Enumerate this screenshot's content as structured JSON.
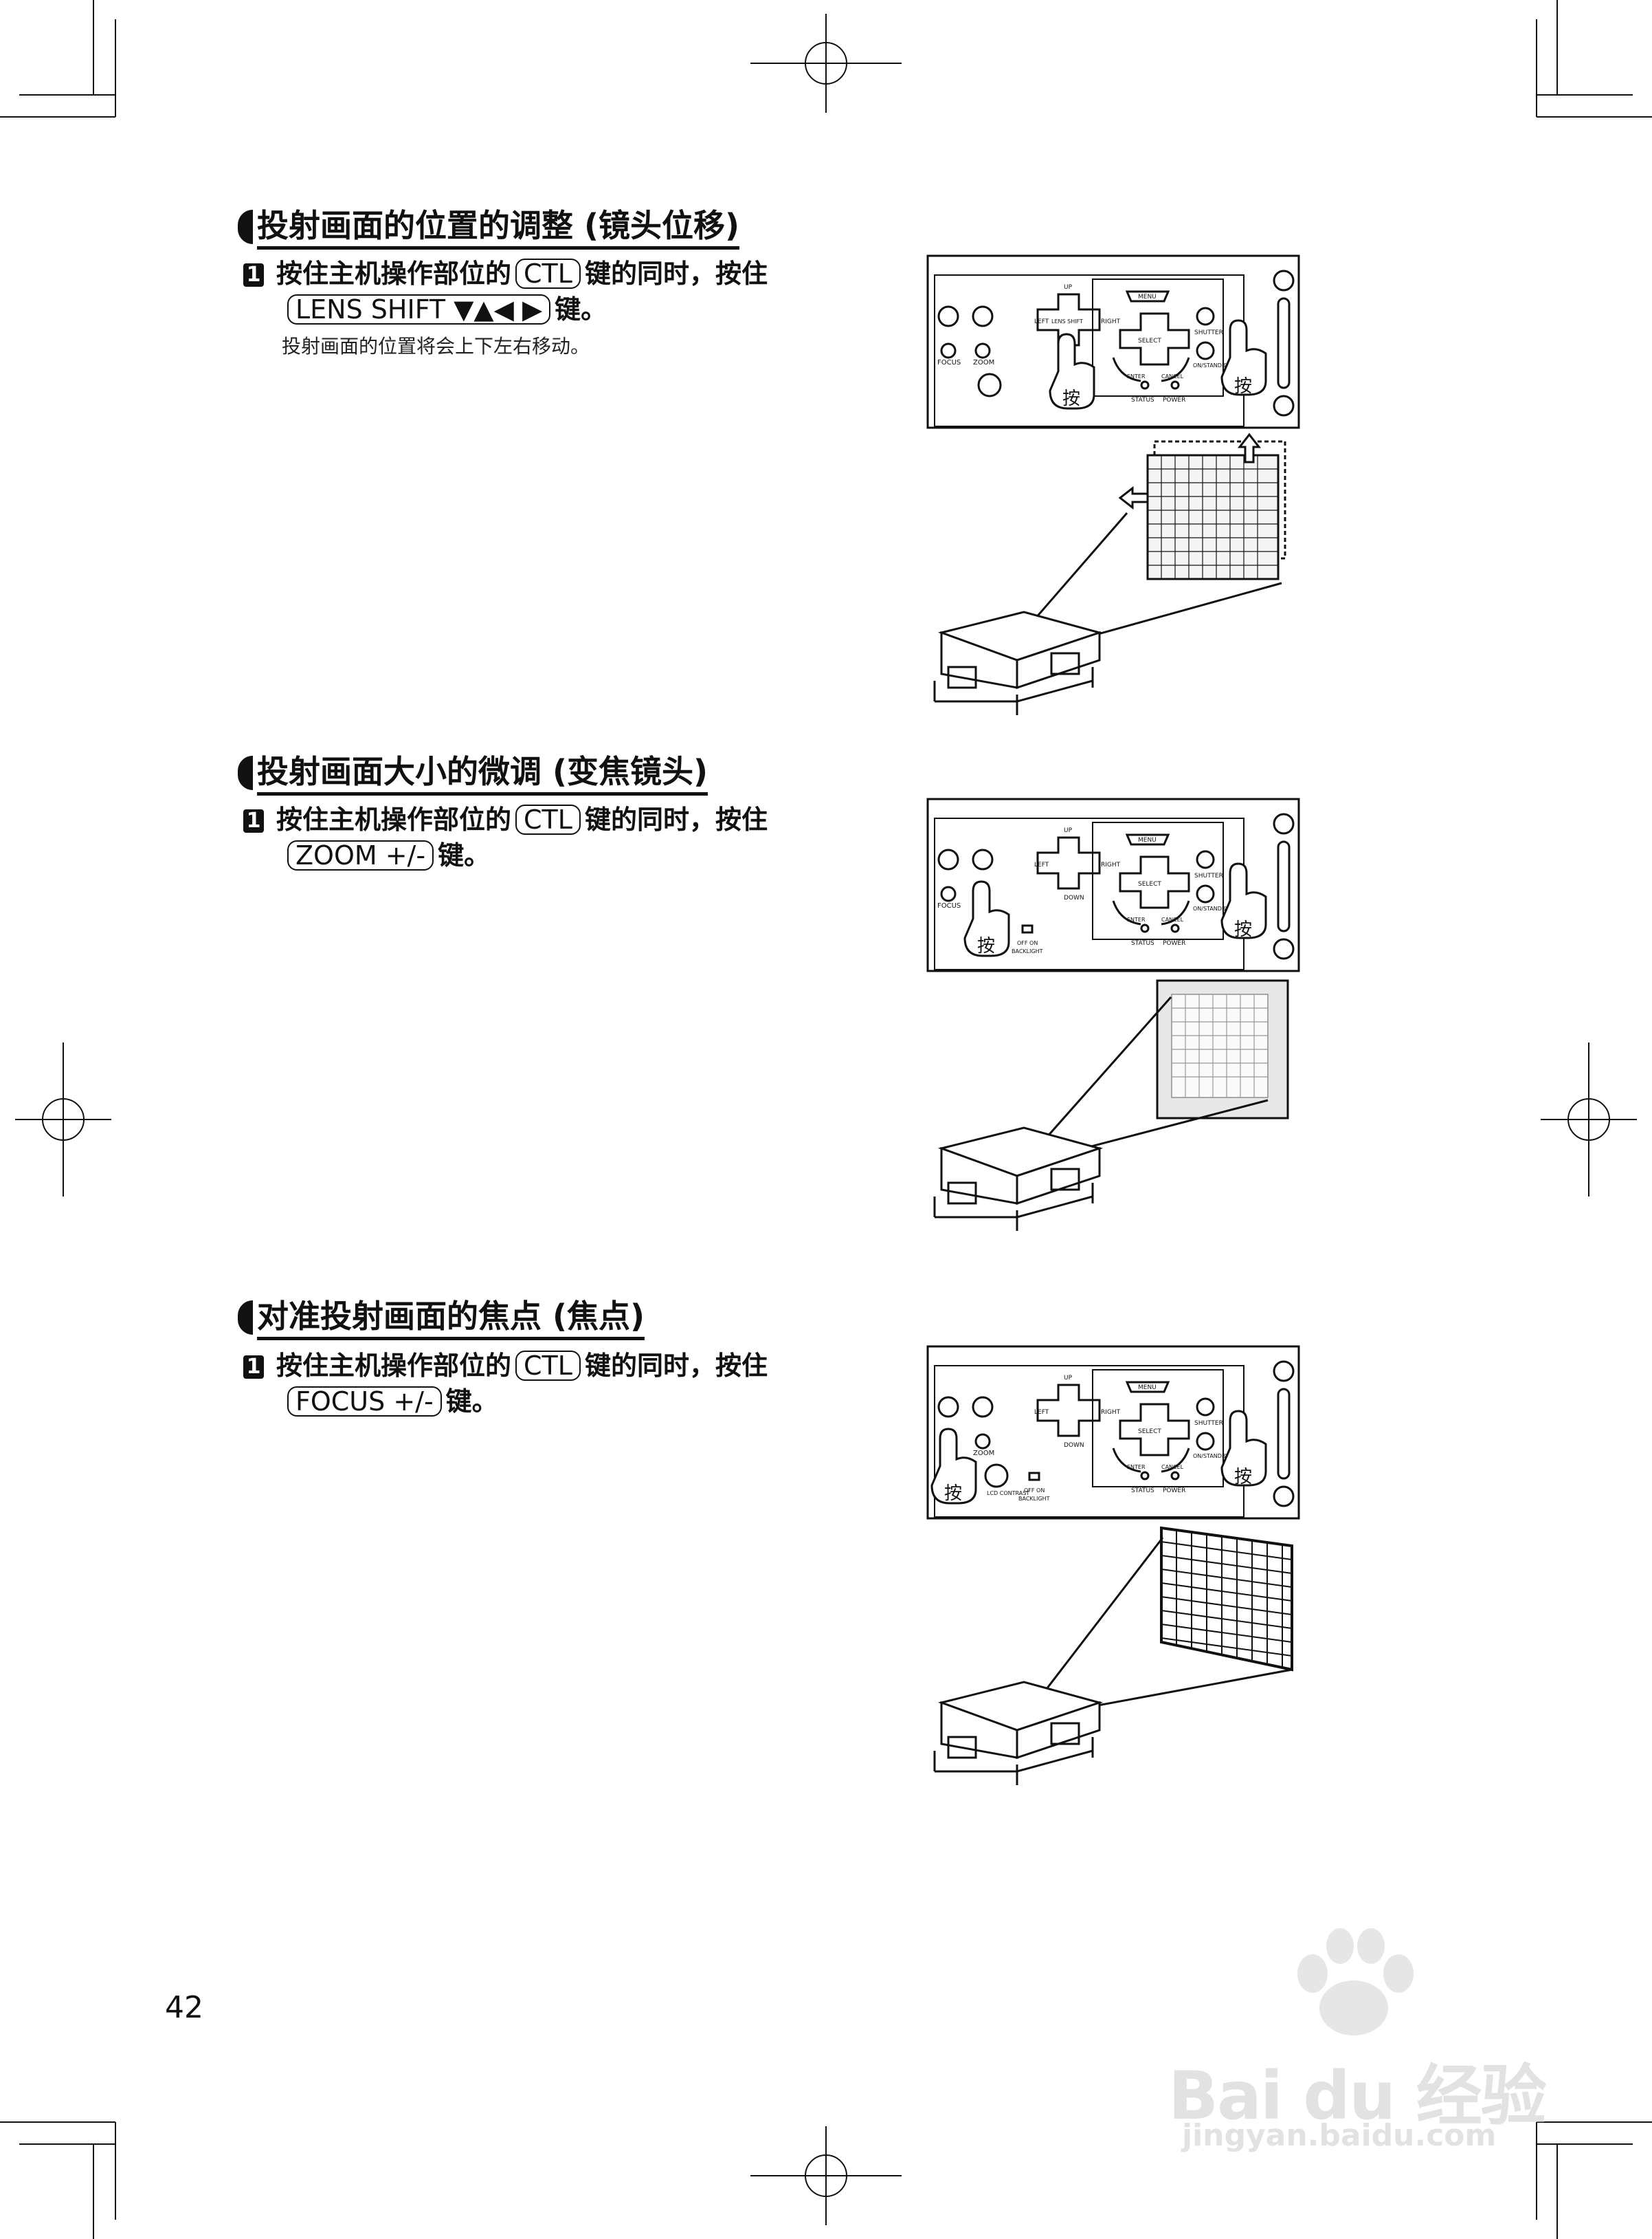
{
  "sections": [
    {
      "title": "投射画面的位置的调整 (镜头位移)",
      "step_num": "1",
      "step_prefix": "按住主机操作部位的",
      "key1": "CTL",
      "step_mid": "键的同时，按住",
      "key2": "LENS SHIFT ▼▲◀ ▶",
      "step_suffix": "键。",
      "note": "投射画面的位置将会上下左右移动。"
    },
    {
      "title": "投射画面大小的微调 (变焦镜头)",
      "step_num": "1",
      "step_prefix": "按住主机操作部位的",
      "key1": "CTL",
      "step_mid": "键的同时，按住",
      "key2": "ZOOM +/-",
      "step_suffix": "键。"
    },
    {
      "title": "对准投射画面的焦点 (焦点)",
      "step_num": "1",
      "step_prefix": "按住主机操作部位的",
      "key1": "CTL",
      "step_mid": "键的同时，按住",
      "key2": "FOCUS +/-",
      "step_suffix": "键。"
    }
  ],
  "panel_labels": {
    "focus": "FOCUS",
    "zoom": "ZOOM",
    "up": "UP",
    "down": "DOWN",
    "left": "LEFT",
    "right": "RIGHT",
    "lens_shift": "LENS SHIFT",
    "menu": "MENU",
    "select": "SELECT",
    "enter": "ENTER",
    "cancel": "CANCEL",
    "shutter": "SHUTTER",
    "on_standby": "ON/STANDBY",
    "status": "STATUS",
    "power": "POWER",
    "lcd_contrast": "LCD CONTRAST",
    "off_on": "OFF ON",
    "backlight": "BACKLIGHT",
    "press": "按"
  },
  "page_number": "42",
  "watermark": {
    "main": "Bai du 经验",
    "sub": "jingyan.baidu.com"
  }
}
